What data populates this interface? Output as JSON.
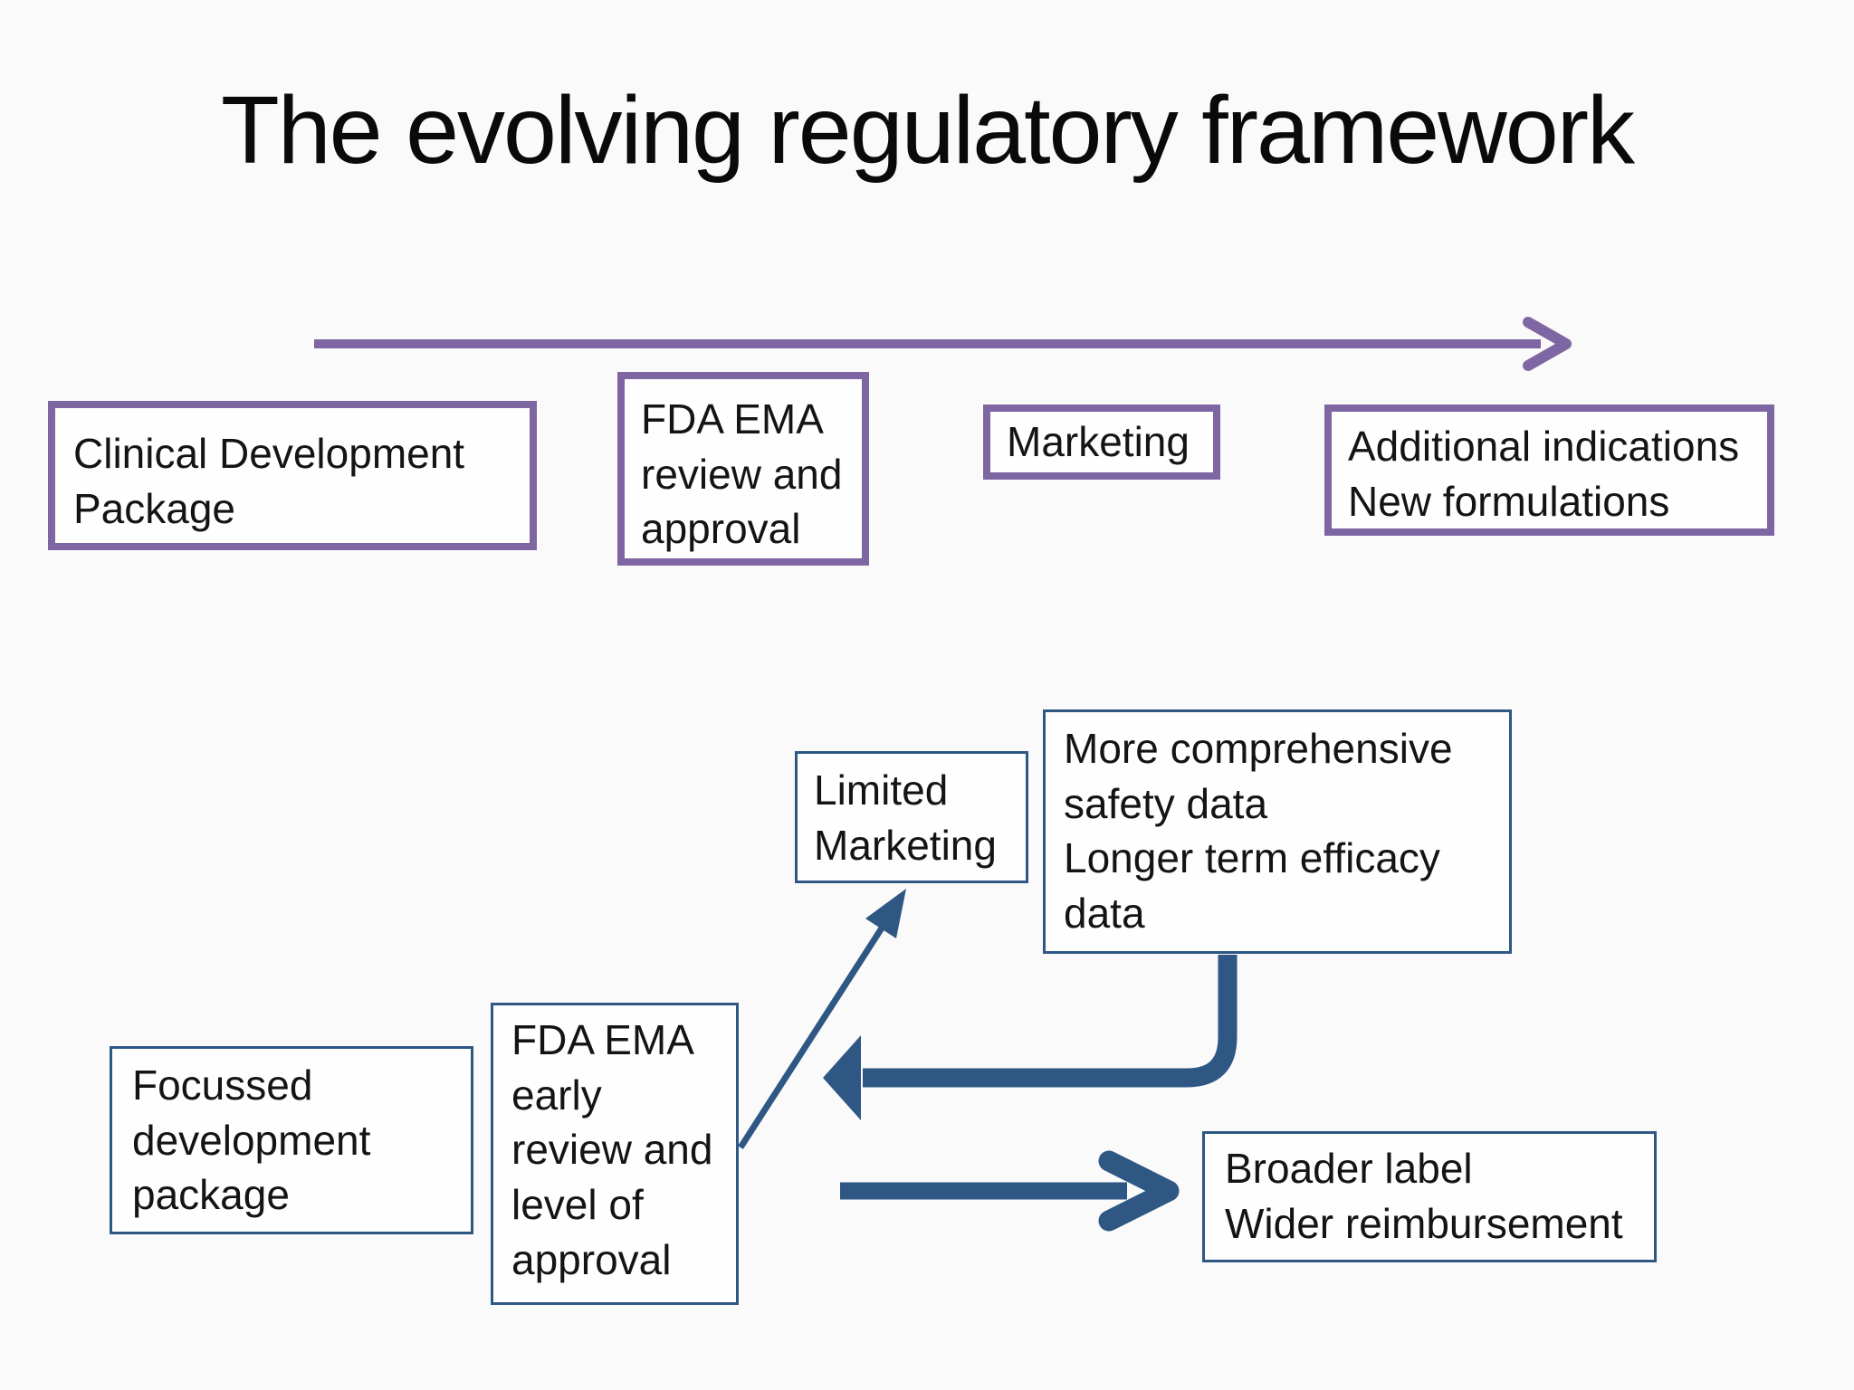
{
  "slide": {
    "title": "The evolving regulatory framework"
  },
  "colors": {
    "purple": "#7d66a1",
    "blue": "#2e5784",
    "bg": "#fbfafb",
    "boxfill": "#fffeff",
    "text": "#141414"
  },
  "top_row": {
    "clinical": {
      "label": "Clinical Development\nPackage"
    },
    "fda_review": {
      "label": "FDA EMA\nreview and\napproval"
    },
    "marketing": {
      "label": "Marketing"
    },
    "additional": {
      "label": "Additional indications\nNew formulations"
    }
  },
  "bottom_row": {
    "limited": {
      "label": "Limited\nMarketing"
    },
    "more_comprehensive": {
      "label": "More comprehensive\nsafety data\nLonger term efficacy\ndata"
    },
    "fda_early": {
      "label": "FDA EMA\nearly\nreview and\nlevel of\napproval"
    },
    "focussed": {
      "label": "Focussed\ndevelopment\npackage"
    },
    "broader": {
      "label": "Broader label\nWider reimbursement"
    }
  },
  "arrows": {
    "timeline": {
      "name": "timeline-arrow-right",
      "color": "#7d66a1"
    },
    "to_limited_marketing": {
      "name": "diagonal-arrow-up-right",
      "color": "#2e5784"
    },
    "feedback_elbow": {
      "name": "elbow-arrow-down-left",
      "color": "#2e5784"
    },
    "to_broader_label": {
      "name": "straight-arrow-right",
      "color": "#2e5784"
    }
  }
}
